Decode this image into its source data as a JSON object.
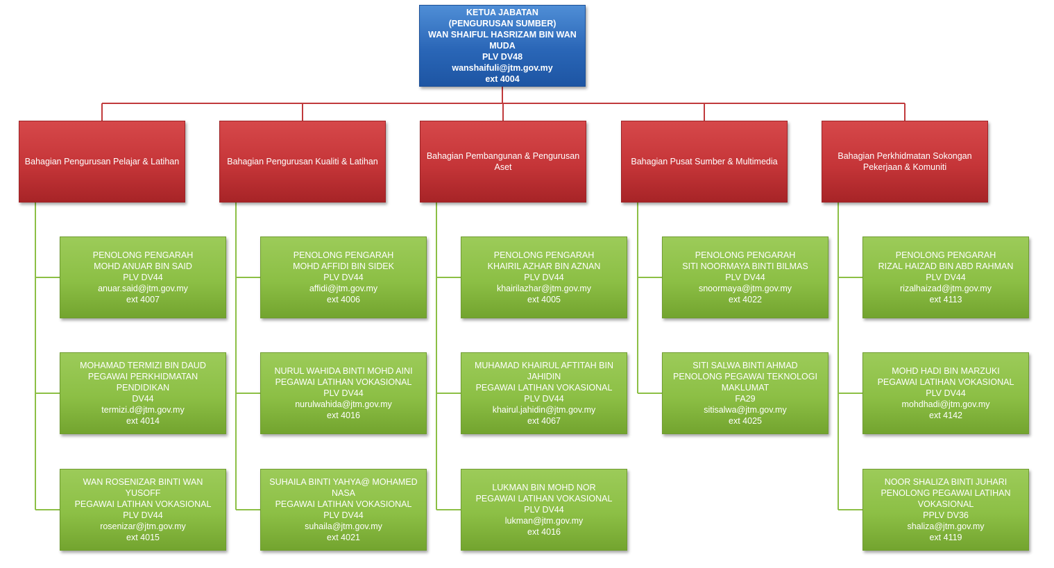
{
  "head": {
    "title": "KETUA JABATAN",
    "unit": "(PENGURUSAN SUMBER)",
    "name": "WAN SHAIFUL HASRIZAM BIN WAN MUDA",
    "grade": "PLV DV48",
    "email": "wanshaifuli@jtm.gov.my",
    "ext": "ext 4004"
  },
  "departments": [
    {
      "name": "Bahagian Pengurusan Pelajar & Latihan",
      "staff": [
        {
          "lines": [
            "PENOLONG PENGARAH",
            "MOHD ANUAR BIN SAID",
            "PLV DV44",
            "anuar.said@jtm.gov.my",
            "ext 4007"
          ]
        },
        {
          "lines": [
            "MOHAMAD TERMIZI BIN DAUD",
            "PEGAWAI PERKHIDMATAN PENDIDIKAN",
            "DV44",
            "termizi.d@jtm.gov.my",
            "ext 4014"
          ]
        },
        {
          "lines": [
            "WAN ROSENIZAR BINTI WAN YUSOFF",
            "PEGAWAI LATIHAN VOKASIONAL",
            "PLV DV44",
            "rosenizar@jtm.gov.my",
            "ext 4015"
          ]
        }
      ]
    },
    {
      "name": "Bahagian Pengurusan Kualiti & Latihan",
      "staff": [
        {
          "lines": [
            "PENOLONG PENGARAH",
            "MOHD AFFIDI BIN SIDEK",
            "PLV DV44",
            "affidi@jtm.gov.my",
            "ext 4006"
          ]
        },
        {
          "lines": [
            "NURUL WAHIDA BINTI MOHD AINI",
            "PEGAWAI LATIHAN VOKASIONAL",
            "PLV DV44",
            "nurulwahida@jtm.gov.my",
            "ext 4016"
          ]
        },
        {
          "lines": [
            "SUHAILA BINTI YAHYA@ MOHAMED NASA",
            "PEGAWAI LATIHAN VOKASIONAL",
            "PLV DV44",
            "suhaila@jtm.gov.my",
            "ext 4021"
          ]
        }
      ]
    },
    {
      "name": "Bahagian Pembangunan & Pengurusan Aset",
      "staff": [
        {
          "lines": [
            "PENOLONG PENGARAH",
            "KHAIRIL AZHAR BIN AZNAN",
            "PLV DV44",
            "khairilazhar@jtm.gov.my",
            "ext 4005"
          ]
        },
        {
          "lines": [
            "MUHAMAD KHAIRUL AFTITAH BIN JAHIDIN",
            "PEGAWAI LATIHAN VOKASIONAL",
            "PLV DV44",
            "khairul.jahidin@jtm.gov.my",
            "ext 4067"
          ]
        },
        {
          "lines": [
            "LUKMAN BIN MOHD NOR",
            "PEGAWAI LATIHAN VOKASIONAL",
            "PLV DV44",
            "lukman@jtm.gov.my",
            "ext 4016"
          ]
        }
      ]
    },
    {
      "name": "Bahagian Pusat Sumber & Multimedia",
      "staff": [
        {
          "lines": [
            "PENOLONG PENGARAH",
            "SITI NOORMAYA BINTI BILMAS",
            "PLV DV44",
            "snoormaya@jtm.gov.my",
            "ext 4022"
          ]
        },
        {
          "lines": [
            "SITI SALWA BINTI AHMAD",
            "PENOLONG PEGAWAI TEKNOLOGI MAKLUMAT",
            "FA29",
            "sitisalwa@jtm.gov.my",
            "ext 4025"
          ]
        }
      ]
    },
    {
      "name": "Bahagian Perkhidmatan Sokongan Pekerjaan & Komuniti",
      "staff": [
        {
          "lines": [
            "PENOLONG PENGARAH",
            "RIZAL HAIZAD BIN ABD RAHMAN",
            "PLV DV44",
            "rizalhaizad@jtm.gov.my",
            "ext 4113"
          ]
        },
        {
          "lines": [
            "MOHD HADI BIN MARZUKI",
            "PEGAWAI LATIHAN VOKASIONAL",
            "PLV DV44",
            "mohdhadi@jtm.gov.my",
            "ext 4142"
          ]
        },
        {
          "lines": [
            "NOOR SHALIZA BINTI JUHARI",
            "PENOLONG PEGAWAI LATIHAN VOKASIONAL",
            "PPLV DV36",
            "shaliza@jtm.gov.my",
            "ext 4119"
          ]
        }
      ]
    }
  ],
  "colors": {
    "head_fill": "#2a66b7",
    "dept_fill": "#c53538",
    "staff_fill": "#8cbf45",
    "dept_connector": "#c0393b",
    "staff_connector": "#8cbf45"
  }
}
